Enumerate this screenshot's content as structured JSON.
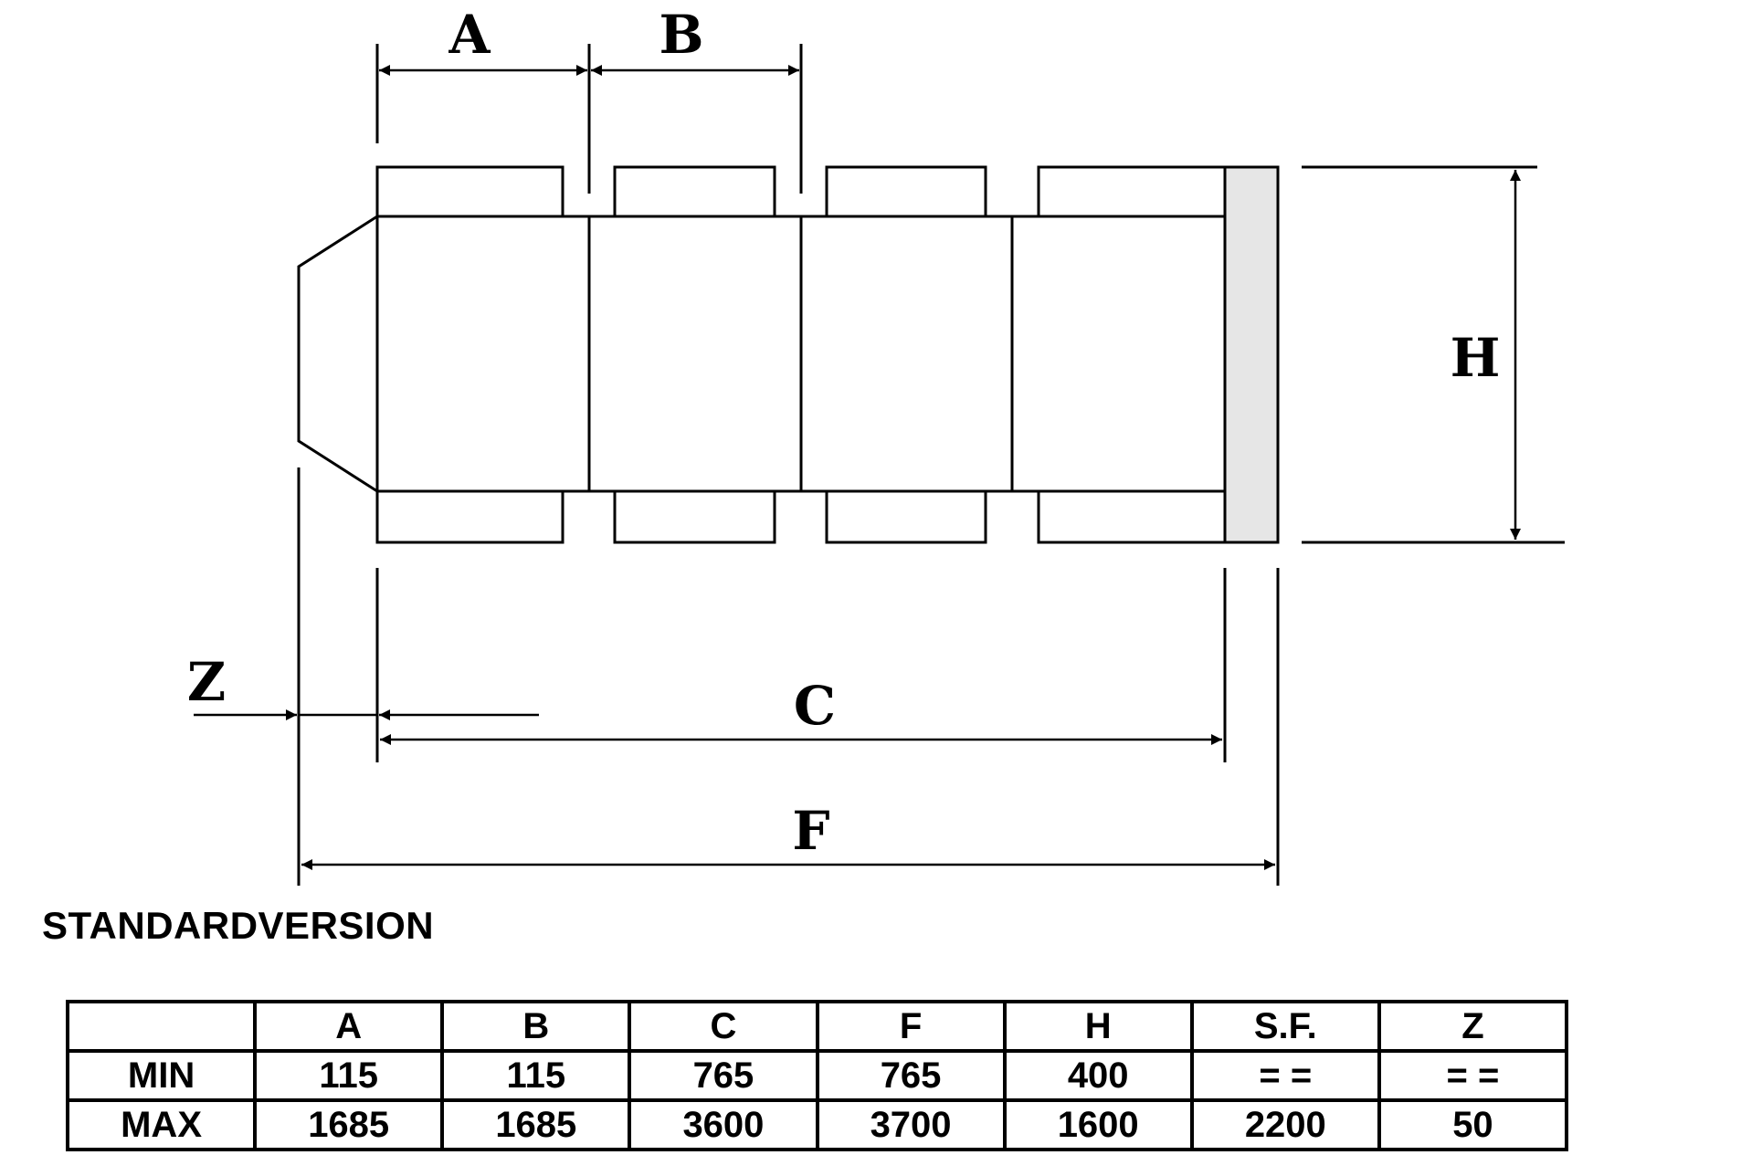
{
  "diagram": {
    "labels": {
      "a": "A",
      "b": "B",
      "c": "C",
      "f": "F",
      "h": "H",
      "z": "Z"
    },
    "panel_fill": "#e6e6e6",
    "line_color": "#000000"
  },
  "section_title": "STANDARDVERSION",
  "table": {
    "columns": [
      "",
      "A",
      "B",
      "C",
      "F",
      "H",
      "S.F.",
      "Z"
    ],
    "rows": [
      {
        "label": "MIN",
        "cells": [
          "115",
          "115",
          "765",
          "765",
          "400",
          "= =",
          "= ="
        ]
      },
      {
        "label": "MAX",
        "cells": [
          "1685",
          "1685",
          "3600",
          "3700",
          "1600",
          "2200",
          "50"
        ]
      }
    ]
  }
}
